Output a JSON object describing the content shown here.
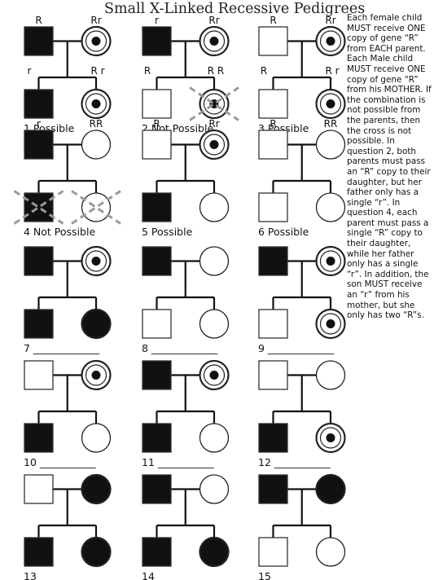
{
  "title": "Small X-Linked Recessive Pedigrees",
  "side_text": "Each female child MUST receive ONE copy of gene “R” from EACH parent. Each Male child MUST receive ONE copy of gene “R” from his MOTHER. If the combination is not possible from the parents, then the cross is not possible. In question 2, both parents must pass an “R” copy to their daughter, but her father only has a single “r”. In question 4, each parent must pass a single “R” copy to their daughter, while her father only has a single “r”. In addition, the son MUST receive an “r” from his mother, but she only has two “R”s.",
  "pedigrees": [
    {
      "caption": "1 Possible",
      "father": {
        "affected": true,
        "label": "R"
      },
      "mother": {
        "type": "carrier",
        "label": "Rr"
      },
      "son": {
        "affected": true,
        "label": "r"
      },
      "daughter": {
        "type": "carrier",
        "label": "R r",
        "crossed": false
      },
      "son_crossed": false
    },
    {
      "caption": "2 Not Possible",
      "father": {
        "affected": true,
        "label": "r"
      },
      "mother": {
        "type": "carrier",
        "label": "Rr"
      },
      "son": {
        "affected": false,
        "label": "R"
      },
      "daughter": {
        "type": "carrier",
        "label": "R R",
        "crossed": true
      },
      "son_crossed": false
    },
    {
      "caption": "3 Possible",
      "father": {
        "affected": false,
        "label": "R"
      },
      "mother": {
        "type": "carrier",
        "label": "Rr"
      },
      "son": {
        "affected": false,
        "label": "R"
      },
      "daughter": {
        "type": "carrier",
        "label": "R r",
        "crossed": false
      },
      "son_crossed": false
    },
    {
      "caption": "4 Not Possible",
      "father": {
        "affected": true,
        "label": "r"
      },
      "mother": {
        "type": "normal",
        "label": "RR"
      },
      "son": {
        "affected": true,
        "label": ""
      },
      "daughter": {
        "type": "normal",
        "label": "",
        "crossed": true
      },
      "son_crossed": true
    },
    {
      "caption": "5 Possible",
      "father": {
        "affected": false,
        "label": "R"
      },
      "mother": {
        "type": "carrier",
        "label": "Rr"
      },
      "son": {
        "affected": true,
        "label": ""
      },
      "daughter": {
        "type": "normal",
        "label": "",
        "crossed": false
      },
      "son_crossed": false
    },
    {
      "caption": "6 Possible",
      "father": {
        "affected": false,
        "label": "R"
      },
      "mother": {
        "type": "normal",
        "label": "RR"
      },
      "son": {
        "affected": false,
        "label": ""
      },
      "daughter": {
        "type": "normal",
        "label": "",
        "crossed": false
      },
      "son_crossed": false
    },
    {
      "caption": "7 _____________",
      "father": {
        "affected": true,
        "label": ""
      },
      "mother": {
        "type": "carrier",
        "label": ""
      },
      "son": {
        "affected": true,
        "label": ""
      },
      "daughter": {
        "type": "affected",
        "label": "",
        "crossed": false
      },
      "son_crossed": false
    },
    {
      "caption": "8 _____________",
      "father": {
        "affected": true,
        "label": ""
      },
      "mother": {
        "type": "normal",
        "label": ""
      },
      "son": {
        "affected": false,
        "label": ""
      },
      "daughter": {
        "type": "normal",
        "label": "",
        "crossed": false
      },
      "son_crossed": false
    },
    {
      "caption": "9 _____________",
      "father": {
        "affected": true,
        "label": ""
      },
      "mother": {
        "type": "carrier",
        "label": ""
      },
      "son": {
        "affected": false,
        "label": ""
      },
      "daughter": {
        "type": "carrier",
        "label": "",
        "crossed": false
      },
      "son_crossed": false
    },
    {
      "caption": "10 ___________",
      "father": {
        "affected": false,
        "label": ""
      },
      "mother": {
        "type": "carrier",
        "label": ""
      },
      "son": {
        "affected": true,
        "label": ""
      },
      "daughter": {
        "type": "normal",
        "label": "",
        "crossed": false
      },
      "son_crossed": false
    },
    {
      "caption": "11 ___________",
      "father": {
        "affected": true,
        "label": ""
      },
      "mother": {
        "type": "carrier",
        "label": ""
      },
      "son": {
        "affected": true,
        "label": ""
      },
      "daughter": {
        "type": "normal",
        "label": "",
        "crossed": false
      },
      "son_crossed": false
    },
    {
      "caption": "12 ___________",
      "father": {
        "affected": false,
        "label": ""
      },
      "mother": {
        "type": "normal",
        "label": ""
      },
      "son": {
        "affected": true,
        "label": ""
      },
      "daughter": {
        "type": "carrier",
        "label": "",
        "crossed": false
      },
      "son_crossed": false
    },
    {
      "caption": "13 ___________",
      "father": {
        "affected": false,
        "label": ""
      },
      "mother": {
        "type": "affected",
        "label": ""
      },
      "son": {
        "affected": true,
        "label": ""
      },
      "daughter": {
        "type": "affected",
        "label": "",
        "crossed": false
      },
      "son_crossed": false
    },
    {
      "caption": "14 ___________",
      "father": {
        "affected": true,
        "label": ""
      },
      "mother": {
        "type": "normal",
        "label": ""
      },
      "son": {
        "affected": true,
        "label": ""
      },
      "daughter": {
        "type": "affected",
        "label": "",
        "crossed": false
      },
      "son_crossed": false
    },
    {
      "caption": "15 ___________",
      "father": {
        "affected": true,
        "label": ""
      },
      "mother": {
        "type": "affected",
        "label": ""
      },
      "son": {
        "affected": false,
        "label": ""
      },
      "daughter": {
        "type": "normal",
        "label": "",
        "crossed": false
      },
      "son_crossed": false
    }
  ]
}
